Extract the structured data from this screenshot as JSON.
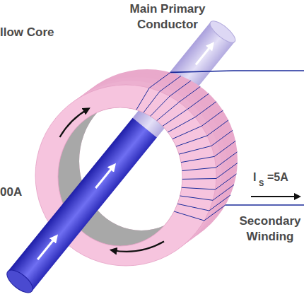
{
  "diagram": {
    "labels": [
      "Main Primary Conductor",
      "llow Core",
      "00A",
      "I",
      "S",
      "=5A",
      "Secondary Winding"
    ]
  }
}
